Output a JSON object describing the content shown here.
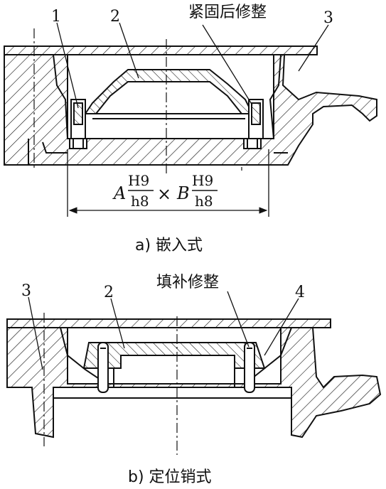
{
  "figure_a": {
    "labels": [
      "1",
      "2",
      "3"
    ],
    "note": "紧固后修整",
    "dim": {
      "a": "A",
      "a_num": "H9",
      "a_den": "h8",
      "times": "×",
      "b": "B",
      "b_num": "H9",
      "b_den": "h8"
    },
    "caption": "a) 嵌入式"
  },
  "figure_b": {
    "labels": [
      "3",
      "2",
      "4"
    ],
    "note": "填补修整",
    "caption": "b) 定位销式"
  },
  "colors": {
    "line": "#111111",
    "background": "#ffffff"
  }
}
